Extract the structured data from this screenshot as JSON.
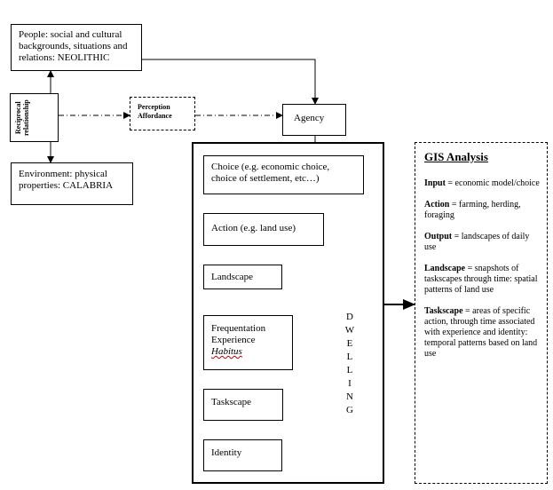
{
  "people": {
    "line1": "People: social and cultural",
    "line2": "backgrounds, situations and",
    "line3": "relations: NEOLITHIC"
  },
  "reciprocal": {
    "line1": "Reciprocal",
    "line2": "relationship"
  },
  "environment": {
    "line1": "Environment: physical",
    "line2": "properties: CALABRIA"
  },
  "perception": {
    "line1": "Perception",
    "line2": "Affordance"
  },
  "agency": "Agency",
  "choice": {
    "line1": "Choice (e.g. economic choice,",
    "line2": "choice of settlement, etc…)"
  },
  "action": "Action (e.g. land use)",
  "landscape": "Landscape",
  "frequentation": {
    "line1": "Frequentation",
    "line2": "Experience",
    "line3": "Habitus"
  },
  "taskscape": "Taskscape",
  "identity": "Identity",
  "dwelling_letters": [
    "D",
    "W",
    "E",
    "L",
    "L",
    "I",
    "N",
    "G"
  ],
  "gis": {
    "title": "GIS Analysis",
    "items": [
      {
        "term": "Input",
        "text": " = economic model/choice"
      },
      {
        "term": "Action",
        "text": " = farming, herding, foraging"
      },
      {
        "term": "Output",
        "text": " = landscapes of daily use"
      },
      {
        "term": "Landscape",
        "text": " = snapshots of taskscapes through time: spatial patterns of land use"
      },
      {
        "term": "Taskscape",
        "text": " = areas of specific action, through time associated with experience and identity: temporal patterns based on land use"
      }
    ]
  }
}
